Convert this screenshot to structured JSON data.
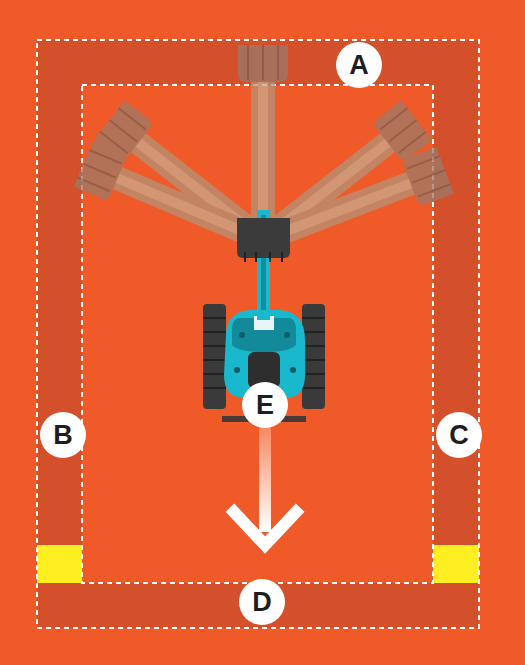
{
  "diagram": {
    "nodes": [
      {
        "text": [
          "A"
        ]
      },
      {
        "text": [
          "E"
        ]
      },
      {
        "text": [
          "B"
        ]
      },
      {
        "text": [
          "C"
        ]
      },
      {
        "text": [
          "D"
        ]
      }
    ]
  }
}
